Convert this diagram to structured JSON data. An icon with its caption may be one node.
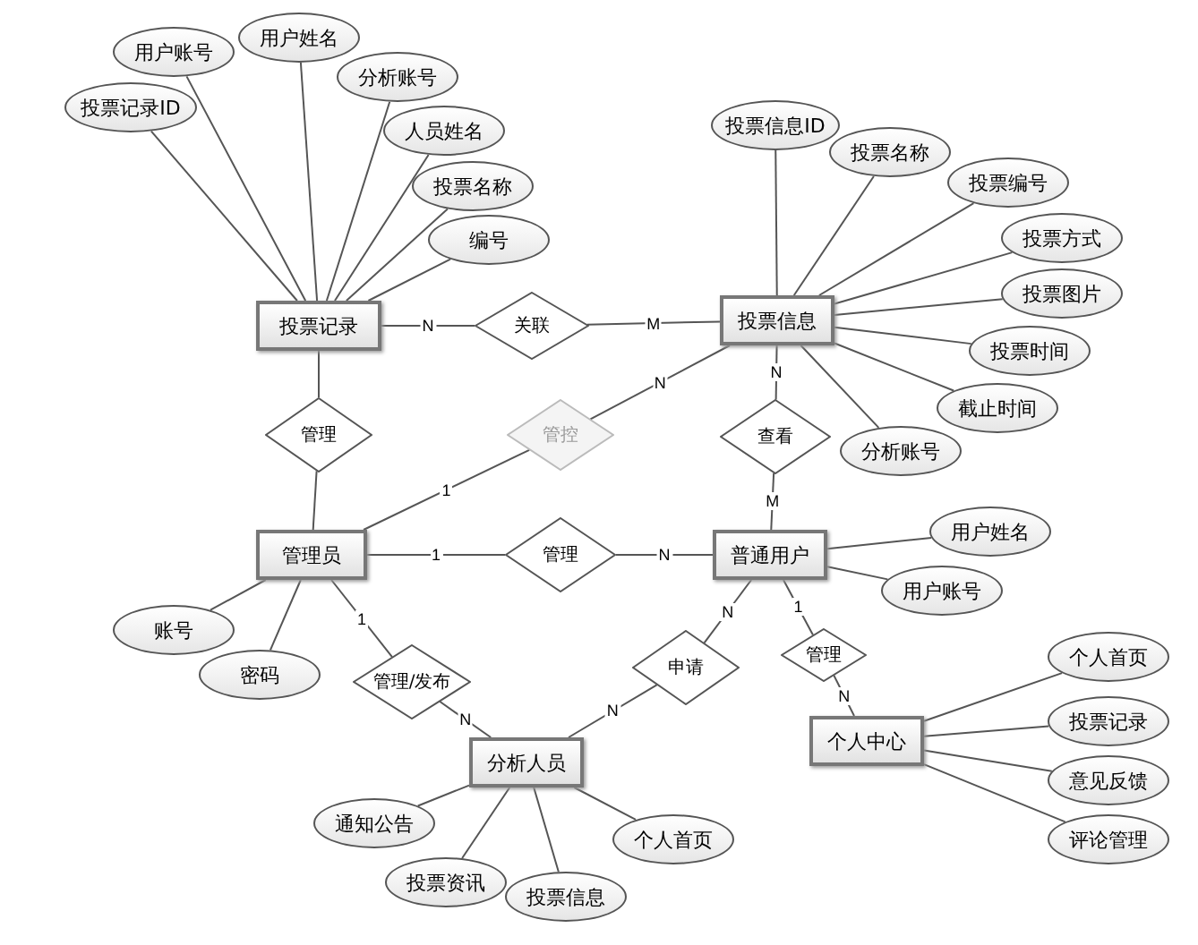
{
  "diagram": {
    "nodes": [
      {
        "text": [
          "投票记录ID"
        ]
      },
      {
        "text": [
          "用户账号"
        ]
      },
      {
        "text": [
          "用户姓名"
        ]
      },
      {
        "text": [
          "分析账号"
        ]
      },
      {
        "text": [
          "人员姓名"
        ]
      },
      {
        "text": [
          "投票名称"
        ]
      },
      {
        "text": [
          "编号"
        ]
      },
      {
        "text": [
          "投票信息ID"
        ]
      },
      {
        "text": [
          "投票名称"
        ]
      },
      {
        "text": [
          "投票编号"
        ]
      },
      {
        "text": [
          "投票方式"
        ]
      },
      {
        "text": [
          "投票图片"
        ]
      },
      {
        "text": [
          "投票时间"
        ]
      },
      {
        "text": [
          "截止时间"
        ]
      },
      {
        "text": [
          "分析账号"
        ]
      },
      {
        "text": [
          "投票记录"
        ]
      },
      {
        "text": [
          "关联"
        ]
      },
      {
        "text": [
          "投票信息"
        ]
      },
      {
        "text": [
          "管理"
        ]
      },
      {
        "text": [
          "管控"
        ]
      },
      {
        "text": [
          "查看"
        ]
      },
      {
        "text": [
          "管理员"
        ]
      },
      {
        "text": [
          "管理"
        ]
      },
      {
        "text": [
          "普通用户"
        ]
      },
      {
        "text": [
          "用户姓名"
        ]
      },
      {
        "text": [
          "用户账号"
        ]
      },
      {
        "text": [
          "账号"
        ]
      },
      {
        "text": [
          "密码"
        ]
      },
      {
        "text": [
          "管理/发布"
        ]
      },
      {
        "text": [
          "申请"
        ]
      },
      {
        "text": [
          "管理"
        ]
      },
      {
        "text": [
          "个人中心"
        ]
      },
      {
        "text": [
          "个人首页"
        ]
      },
      {
        "text": [
          "投票记录"
        ]
      },
      {
        "text": [
          "意见反馈"
        ]
      },
      {
        "text": [
          "评论管理"
        ]
      },
      {
        "text": [
          "分析人员"
        ]
      },
      {
        "text": [
          "通知公告"
        ]
      },
      {
        "text": [
          "投票资讯"
        ]
      },
      {
        "text": [
          "投票信息"
        ]
      },
      {
        "text": [
          "个人首页"
        ]
      }
    ],
    "edges": [
      {
        "from": 0,
        "to": 15,
        "arrow": "none"
      },
      {
        "from": 1,
        "to": 15,
        "arrow": "none"
      },
      {
        "from": 2,
        "to": 15,
        "arrow": "none"
      },
      {
        "from": 3,
        "to": 15,
        "arrow": "none"
      },
      {
        "from": 4,
        "to": 15,
        "arrow": "none"
      },
      {
        "from": 5,
        "to": 15,
        "arrow": "none"
      },
      {
        "from": 6,
        "to": 15,
        "arrow": "none"
      },
      {
        "from": 7,
        "to": 17,
        "arrow": "none"
      },
      {
        "from": 8,
        "to": 17,
        "arrow": "none"
      },
      {
        "from": 9,
        "to": 17,
        "arrow": "none"
      },
      {
        "from": 10,
        "to": 17,
        "arrow": "none"
      },
      {
        "from": 11,
        "to": 17,
        "arrow": "none"
      },
      {
        "from": 12,
        "to": 17,
        "arrow": "none"
      },
      {
        "from": 13,
        "to": 17,
        "arrow": "none"
      },
      {
        "from": 14,
        "to": 17,
        "arrow": "none"
      },
      {
        "from": 15,
        "to": 16,
        "arrow": "none",
        "label": "N"
      },
      {
        "from": 16,
        "to": 17,
        "arrow": "none",
        "label": "M"
      },
      {
        "from": 15,
        "to": 18,
        "arrow": "none"
      },
      {
        "from": 18,
        "to": 21,
        "arrow": "none"
      },
      {
        "from": 21,
        "to": 19,
        "arrow": "none",
        "label": "1"
      },
      {
        "from": 19,
        "to": 17,
        "arrow": "none",
        "label": "N"
      },
      {
        "from": 17,
        "to": 20,
        "arrow": "none",
        "label": "N"
      },
      {
        "from": 20,
        "to": 23,
        "arrow": "none",
        "label": "M"
      },
      {
        "from": 21,
        "to": 22,
        "arrow": "none",
        "label": "1"
      },
      {
        "from": 22,
        "to": 23,
        "arrow": "none",
        "label": "N"
      },
      {
        "from": 23,
        "to": 24,
        "arrow": "none"
      },
      {
        "from": 23,
        "to": 25,
        "arrow": "none"
      },
      {
        "from": 21,
        "to": 26,
        "arrow": "none"
      },
      {
        "from": 21,
        "to": 27,
        "arrow": "none"
      },
      {
        "from": 21,
        "to": 28,
        "arrow": "none",
        "label": "1"
      },
      {
        "from": 28,
        "to": 36,
        "arrow": "none",
        "label": "N"
      },
      {
        "from": 23,
        "to": 29,
        "arrow": "none",
        "label": "N"
      },
      {
        "from": 29,
        "to": 36,
        "arrow": "none",
        "label": "N"
      },
      {
        "from": 23,
        "to": 30,
        "arrow": "none",
        "label": "1"
      },
      {
        "from": 30,
        "to": 31,
        "arrow": "none",
        "label": "N"
      },
      {
        "from": 31,
        "to": 32,
        "arrow": "none"
      },
      {
        "from": 31,
        "to": 33,
        "arrow": "none"
      },
      {
        "from": 31,
        "to": 34,
        "arrow": "none"
      },
      {
        "from": 31,
        "to": 35,
        "arrow": "none"
      },
      {
        "from": 36,
        "to": 37,
        "arrow": "none"
      },
      {
        "from": 36,
        "to": 38,
        "arrow": "none"
      },
      {
        "from": 36,
        "to": 39,
        "arrow": "none"
      },
      {
        "from": 36,
        "to": 40,
        "arrow": "none"
      }
    ]
  }
}
